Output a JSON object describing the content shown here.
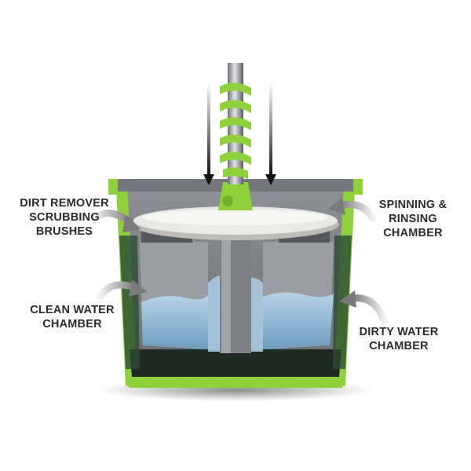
{
  "labels": {
    "dirt_remover": [
      "DIRT REMOVER",
      "SCRUBBING",
      "BRUSHES"
    ],
    "spinning": [
      "SPINNING &",
      "RINSING",
      "CHAMBER"
    ],
    "clean_water": [
      "CLEAN WATER",
      "CHAMBER"
    ],
    "dirty_water": [
      "DIRTY WATER",
      "CHAMBER"
    ]
  },
  "colors": {
    "text": "#2b2b2b",
    "accent_green": "#8ed13a",
    "bucket_gray": "#7d8084",
    "water_blue": "#8fb8d6",
    "mop_pad": "#e8e8e6"
  }
}
